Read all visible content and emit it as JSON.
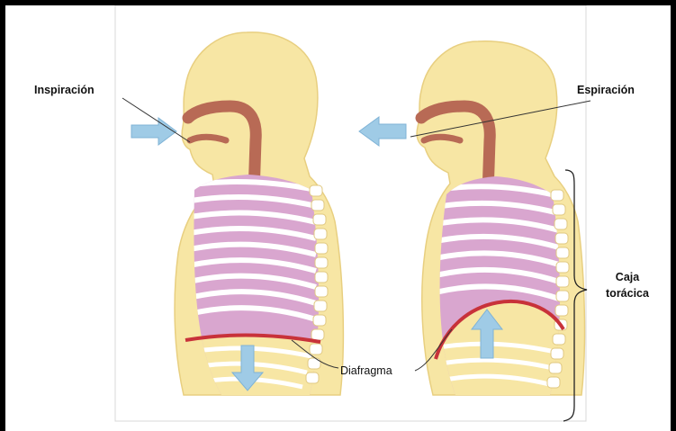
{
  "labels": {
    "inspiration": "Inspiración",
    "expiration": "Espiración",
    "rib_cage_line1": "Caja",
    "rib_cage_line2": "torácica",
    "diaphragm": "Diafragma"
  },
  "colors": {
    "skin": "#f7e6a4",
    "skin_outline": "#e8cf80",
    "airway": "#b86a55",
    "lungs": "#d9a6cf",
    "rib": "#ffffff",
    "diaphragm": "#c8323a",
    "arrow": "#9fcbe6"
  }
}
